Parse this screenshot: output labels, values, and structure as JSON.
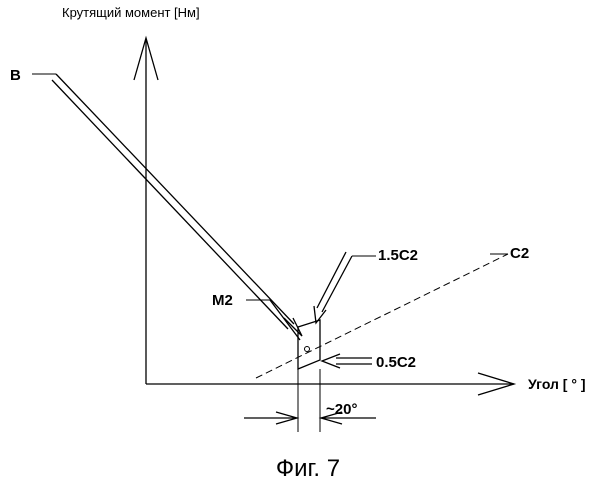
{
  "diagram": {
    "y_axis_label": "Крутящий момент [Нм]",
    "x_axis_label": "Угол [ ° ]",
    "labels": {
      "b": "B",
      "c2": "C2",
      "c2_upper": "1.5C2",
      "c2_lower": "0.5C2",
      "m2": "M2",
      "angle_width": "~20°"
    },
    "caption": "Фиг. 7"
  }
}
